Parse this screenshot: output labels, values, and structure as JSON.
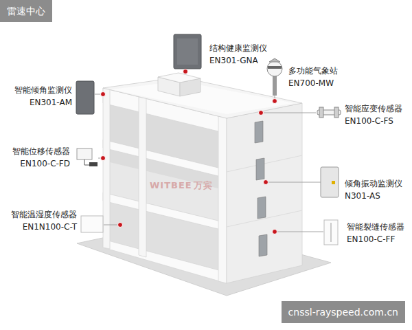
{
  "diagram": {
    "nodes": [
      {
        "text": [
          "雷速中心"
        ]
      },
      {
        "text": [
          "cnssl-rayspeed.com.cn"
        ]
      }
    ],
    "labels": [
      "结构健康监测仪",
      "EN301-GNA",
      "多功能气象站",
      "EN700-MW",
      "智能倾角监测仪",
      "EN301-AM",
      "智能应变传感器",
      "EN100-C-FS",
      "智能位移传感器",
      "EN100-C-FD",
      "倾角振动监测仪",
      "N301-AS",
      "智能温湿度传感器",
      "EN1N100-C-T",
      "智能裂缝传感器",
      "EN100-C-FF",
      "WITBEE",
      "万宾"
    ]
  }
}
